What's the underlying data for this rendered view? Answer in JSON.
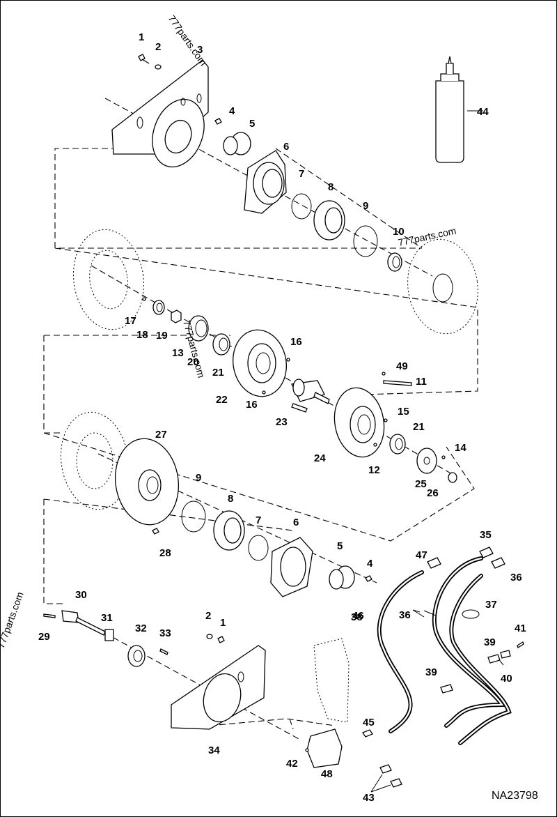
{
  "drawing_code": "NA23798",
  "watermark": "777parts.com",
  "callouts": [
    {
      "id": "c1",
      "text": "1"
    },
    {
      "id": "c2",
      "text": "2"
    },
    {
      "id": "c3",
      "text": "3"
    },
    {
      "id": "c4",
      "text": "4"
    },
    {
      "id": "c5",
      "text": "5"
    },
    {
      "id": "c6",
      "text": "6"
    },
    {
      "id": "c7",
      "text": "7"
    },
    {
      "id": "c8",
      "text": "8"
    },
    {
      "id": "c9",
      "text": "9"
    },
    {
      "id": "c10",
      "text": "10"
    },
    {
      "id": "c11",
      "text": "11"
    },
    {
      "id": "c12",
      "text": "12"
    },
    {
      "id": "c13",
      "text": "13"
    },
    {
      "id": "c14",
      "text": "14"
    },
    {
      "id": "c15",
      "text": "15"
    },
    {
      "id": "c16a",
      "text": "16"
    },
    {
      "id": "c16b",
      "text": "16"
    },
    {
      "id": "c17",
      "text": "17"
    },
    {
      "id": "c18",
      "text": "18"
    },
    {
      "id": "c19",
      "text": "19"
    },
    {
      "id": "c20",
      "text": "20"
    },
    {
      "id": "c21a",
      "text": "21"
    },
    {
      "id": "c21b",
      "text": "21"
    },
    {
      "id": "c22",
      "text": "22"
    },
    {
      "id": "c23",
      "text": "23"
    },
    {
      "id": "c24",
      "text": "24"
    },
    {
      "id": "c25",
      "text": "25"
    },
    {
      "id": "c26",
      "text": "26"
    },
    {
      "id": "c27",
      "text": "27"
    },
    {
      "id": "c28",
      "text": "28"
    },
    {
      "id": "c9b",
      "text": "9"
    },
    {
      "id": "c8b",
      "text": "8"
    },
    {
      "id": "c7b",
      "text": "7"
    },
    {
      "id": "c6b",
      "text": "6"
    },
    {
      "id": "c5b",
      "text": "5"
    },
    {
      "id": "c4b",
      "text": "4"
    },
    {
      "id": "c29",
      "text": "29"
    },
    {
      "id": "c30",
      "text": "30"
    },
    {
      "id": "c31",
      "text": "31"
    },
    {
      "id": "c32",
      "text": "32"
    },
    {
      "id": "c33",
      "text": "33"
    },
    {
      "id": "c2b",
      "text": "2"
    },
    {
      "id": "c1b",
      "text": "1"
    },
    {
      "id": "c34",
      "text": "34"
    },
    {
      "id": "c35",
      "text": "35"
    },
    {
      "id": "c36a",
      "text": "36"
    },
    {
      "id": "c36b",
      "text": "36"
    },
    {
      "id": "c37",
      "text": "37"
    },
    {
      "id": "c38",
      "text": "38"
    },
    {
      "id": "c39a",
      "text": "39"
    },
    {
      "id": "c39b",
      "text": "39"
    },
    {
      "id": "c40",
      "text": "40"
    },
    {
      "id": "c41",
      "text": "41"
    },
    {
      "id": "c42",
      "text": "42"
    },
    {
      "id": "c43",
      "text": "43"
    },
    {
      "id": "c44",
      "text": "44"
    },
    {
      "id": "c45",
      "text": "45"
    },
    {
      "id": "c46",
      "text": "46"
    },
    {
      "id": "c47",
      "text": "47"
    },
    {
      "id": "c48",
      "text": "48"
    },
    {
      "id": "c49",
      "text": "49"
    }
  ]
}
